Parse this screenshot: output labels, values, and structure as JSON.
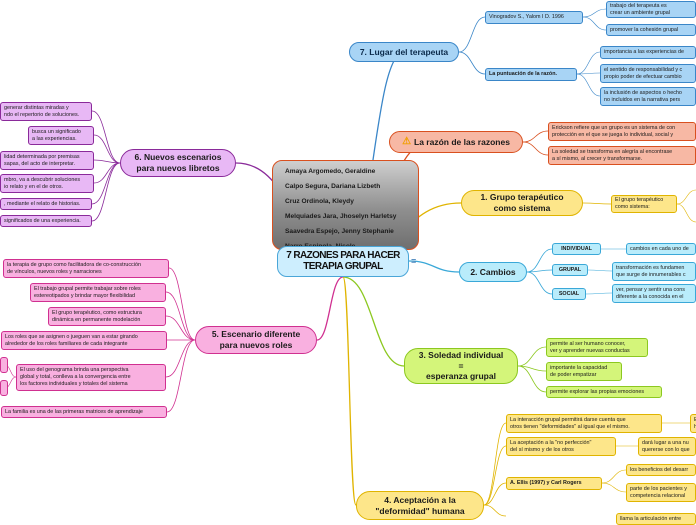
{
  "root": {
    "title": "7 RAZONES PARA HACER\nTERAPIA GRUPAL",
    "notes_icon": "notes-icon"
  },
  "members": {
    "names": [
      "Amaya Argomedo, Geraldine",
      "Calpo Segura, Dariana Lizbeth",
      "Cruz Ordinola, Kleydy",
      "Melquiades Jara, Jhoselyn Harletsy",
      "Saavedra Espejo, Jenny Stephanie",
      "Narro Espinola, Nicole"
    ]
  },
  "colors": {
    "blue_node": "#a8d4f5",
    "blue_border": "#3a86c8",
    "yellow_node": "#fde68a",
    "yellow_border": "#e0b400",
    "green_node": "#d4f57a",
    "green_border": "#8cc820",
    "pink_node": "#f9b0e0",
    "pink_border": "#d03090",
    "violet_node": "#e8b8f5",
    "violet_border": "#8a2a9a",
    "salmon_node": "#f7b8a4",
    "salmon_border": "#d9501f",
    "cyan_node": "#b9ecfb",
    "cyan_border": "#3aa8d8",
    "root_node": "#cdeefe"
  },
  "nodes": [
    {
      "id": "t7",
      "cls": "main",
      "text": "7. Lugar del terapeuta",
      "pal": "blue",
      "dark": true
    },
    {
      "id": "t7a",
      "cls": "sub",
      "text": "Vinogradov S., Yalom I D. 1996",
      "pal": "blue"
    },
    {
      "id": "t7a1",
      "cls": "sub",
      "text": "trabajo del terapeuta es\ncrear un ambiente grupal",
      "pal": "blue"
    },
    {
      "id": "t7a2",
      "cls": "sub",
      "text": "promover la cohesión grupal",
      "pal": "blue"
    },
    {
      "id": "t7b",
      "cls": "sub",
      "text": "La puntuación de la razón.",
      "pal": "blue",
      "bold": true
    },
    {
      "id": "t7b1",
      "cls": "sub",
      "text": "importancia a las experiencias de",
      "pal": "blue"
    },
    {
      "id": "t7b2",
      "cls": "sub",
      "text": "el sentido de responsabilidad y c\npropio poder de efectuar cambio",
      "pal": "blue"
    },
    {
      "id": "t7b3",
      "cls": "sub",
      "text": "la inclusión de aspectos o hecho\nno incluidos en la narrativa pers",
      "pal": "blue"
    },
    {
      "id": "tr",
      "cls": "main",
      "text": "La razón de las razones",
      "pal": "salmon",
      "warn": true
    },
    {
      "id": "tr1",
      "cls": "sub",
      "text": "Erickson refiere que un grupo es un sistema de con\nprotección en el que se juega lo individual, social y",
      "pal": "salmon"
    },
    {
      "id": "tr2",
      "cls": "sub",
      "text": "La soledad se transforma en alegría al encontrase\na sí mismo, al crecer y transformarse.",
      "pal": "salmon"
    },
    {
      "id": "t1",
      "cls": "main",
      "text": "1. Grupo terapéutico\ncomo sistema",
      "pal": "yellow"
    },
    {
      "id": "t1a",
      "cls": "sub",
      "text": "El grupo terapéutico\ncomo sistema:",
      "pal": "yellow"
    },
    {
      "id": "t2",
      "cls": "main",
      "text": "2. Cambios",
      "pal": "cyan"
    },
    {
      "id": "t2a",
      "cls": "sub center",
      "text": "INDIVIDUAL",
      "pal": "cyan",
      "bold": true
    },
    {
      "id": "t2a1",
      "cls": "sub",
      "text": "cambios en cada uno de",
      "pal": "cyan"
    },
    {
      "id": "t2b",
      "cls": "sub center",
      "text": "GRUPAL",
      "pal": "cyan",
      "bold": true
    },
    {
      "id": "t2b1",
      "cls": "sub",
      "text": "transformación es fundamen\nque surge de innumerables c",
      "pal": "cyan"
    },
    {
      "id": "t2c",
      "cls": "sub center",
      "text": "SOCIAL",
      "pal": "cyan",
      "bold": true
    },
    {
      "id": "t2c1",
      "cls": "sub",
      "text": "ver, pensar y sentir una cons\ndiferente a la conocida en el",
      "pal": "cyan"
    },
    {
      "id": "t3",
      "cls": "main",
      "text": "3. Soledad individual\n=\nesperanza grupal",
      "pal": "green"
    },
    {
      "id": "t3a",
      "cls": "sub",
      "text": "permite al ser humano conocer,\nver y aprender nuevas conductas",
      "pal": "green"
    },
    {
      "id": "t3b",
      "cls": "sub",
      "text": "importante la capacidad\nde poder empatizar",
      "pal": "green"
    },
    {
      "id": "t3c",
      "cls": "sub",
      "text": "permite explorar las propias emociones",
      "pal": "green"
    },
    {
      "id": "t4",
      "cls": "main",
      "text": "4. Aceptación a la\n\"deformidad\" humana",
      "pal": "yellow"
    },
    {
      "id": "t4a",
      "cls": "sub",
      "text": "La interacción grupal permitirá darse cuenta que\notros tienen \"deformidades\" al igual que el mismo.",
      "pal": "yellow"
    },
    {
      "id": "t4a1",
      "cls": "sub",
      "text": "E\nh",
      "pal": "yellow"
    },
    {
      "id": "t4b",
      "cls": "sub",
      "text": "La aceptación a la \"no perfección\"\ndel sí mismo y de los otros",
      "pal": "yellow"
    },
    {
      "id": "t4b1",
      "cls": "sub",
      "text": "dará lugar a una nu\nquererse con lo que",
      "pal": "yellow"
    },
    {
      "id": "t4c",
      "cls": "sub",
      "text": "A. Ellis (1997) y Carl Rogers",
      "pal": "yellow",
      "bold": true
    },
    {
      "id": "t4c1",
      "cls": "sub",
      "text": "los beneficios del desarr",
      "pal": "yellow"
    },
    {
      "id": "t4c2",
      "cls": "sub",
      "text": "parte de los pacientes y\ncompetencia relacional",
      "pal": "yellow"
    },
    {
      "id": "t4d",
      "cls": "sub",
      "text": "llama la articulación entre",
      "pal": "yellow"
    },
    {
      "id": "t5",
      "cls": "main",
      "text": "5. Escenario diferente\npara nuevos roles",
      "pal": "pink"
    },
    {
      "id": "t5a",
      "cls": "sub",
      "text": "la terapia de grupo como facilitadora de co-construcción\nde vínculos, nuevos roles y narraciones",
      "pal": "pink"
    },
    {
      "id": "t5b",
      "cls": "sub",
      "text": "El trabajo grupal permite trabajar sobre roles\nestereotipados y brindar mayor flexibilidad",
      "pal": "pink"
    },
    {
      "id": "t5c",
      "cls": "sub",
      "text": "El grupo terapéutico, como estructura\ndinámica en permanente modelación",
      "pal": "pink"
    },
    {
      "id": "t5d",
      "cls": "sub",
      "text": "Los roles que se asignen o jueguen van a estar girando\nalrededor de los roles familiares de cada integrante",
      "pal": "pink"
    },
    {
      "id": "t5e",
      "cls": "sub",
      "text": "El uso del genograma brinda una perspectiva\nglobal y total, conlleva a la convergencia entre\nlos factores individuales y totales del sistema",
      "pal": "pink"
    },
    {
      "id": "t5e1",
      "cls": "sub",
      "text": "",
      "pal": "pink"
    },
    {
      "id": "t5e2",
      "cls": "sub",
      "text": "",
      "pal": "pink"
    },
    {
      "id": "t5f",
      "cls": "sub",
      "text": "La familia es una de las primeras matrices de aprendizaje",
      "pal": "pink"
    },
    {
      "id": "t6",
      "cls": "main",
      "text": "6. Nuevos escenarios\npara nuevos libretos",
      "pal": "violet"
    },
    {
      "id": "t6a",
      "cls": "sub",
      "text": "generar distintas miradas y\nndo el repertorio de soluciones.",
      "pal": "violet"
    },
    {
      "id": "t6b",
      "cls": "sub",
      "text": "busca un significado\na las experiencias.",
      "pal": "violet"
    },
    {
      "id": "t6c",
      "cls": "sub",
      "text": "lidad determinada por premisas\nsapas, del acto de interpretar.",
      "pal": "violet"
    },
    {
      "id": "t6d",
      "cls": "sub",
      "text": "mbro, va a descubrir soluciones\nio relato y en el de otros.",
      "pal": "violet"
    },
    {
      "id": "t6e",
      "cls": "sub",
      "text": ", mediante el relato de historias.",
      "pal": "violet"
    },
    {
      "id": "t6f",
      "cls": "sub",
      "text": "significados de una experiencia.",
      "pal": "violet"
    }
  ]
}
